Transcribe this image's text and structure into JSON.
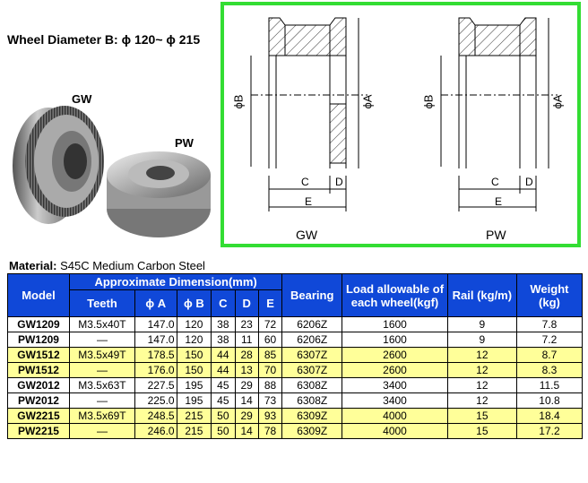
{
  "heading": {
    "title": "Wheel Diameter B: ϕ 120~ ϕ 215"
  },
  "photos": {
    "gw_label": "GW",
    "pw_label": "PW"
  },
  "drawing": {
    "gw": {
      "dim_b": "ϕB",
      "dim_a": "ϕA",
      "dim_c": "C",
      "dim_d": "D",
      "dim_e": "E",
      "caption": "GW"
    },
    "pw": {
      "dim_b": "ϕB",
      "dim_a": "ϕA",
      "dim_c": "C",
      "dim_d": "D",
      "dim_e": "E",
      "caption": "PW"
    }
  },
  "material": {
    "label": "Material:",
    "value": " S45C Medium Carbon Steel"
  },
  "table": {
    "h_model": "Model",
    "h_approx": "Approximate Dimension(mm)",
    "h_bearing": "Bearing",
    "h_load": "Load allowable of each wheel(kgf)",
    "h_rail": "Rail (kg/m)",
    "h_weight": "Weight (kg)",
    "h_teeth": "Teeth",
    "h_a": "ϕ A",
    "h_b": "ϕ B",
    "h_c": "C",
    "h_d": "D",
    "h_e": "E",
    "rows": [
      {
        "model": "GW1209",
        "teeth": "M3.5x40T",
        "a": "147.0",
        "b": "120",
        "c": "38",
        "d": "23",
        "e": "72",
        "bearing": "6206Z",
        "load": "1600",
        "rail": "9",
        "weight": "7.8"
      },
      {
        "model": "PW1209",
        "teeth": "—",
        "a": "147.0",
        "b": "120",
        "c": "38",
        "d": "11",
        "e": "60",
        "bearing": "6206Z",
        "load": "1600",
        "rail": "9",
        "weight": "7.2"
      },
      {
        "model": "GW1512",
        "teeth": "M3.5x49T",
        "a": "178.5",
        "b": "150",
        "c": "44",
        "d": "28",
        "e": "85",
        "bearing": "6307Z",
        "load": "2600",
        "rail": "12",
        "weight": "8.7"
      },
      {
        "model": "PW1512",
        "teeth": "—",
        "a": "176.0",
        "b": "150",
        "c": "44",
        "d": "13",
        "e": "70",
        "bearing": "6307Z",
        "load": "2600",
        "rail": "12",
        "weight": "8.3"
      },
      {
        "model": "GW2012",
        "teeth": "M3.5x63T",
        "a": "227.5",
        "b": "195",
        "c": "45",
        "d": "29",
        "e": "88",
        "bearing": "6308Z",
        "load": "3400",
        "rail": "12",
        "weight": "11.5"
      },
      {
        "model": "PW2012",
        "teeth": "—",
        "a": "225.0",
        "b": "195",
        "c": "45",
        "d": "14",
        "e": "73",
        "bearing": "6308Z",
        "load": "3400",
        "rail": "12",
        "weight": "10.8"
      },
      {
        "model": "GW2215",
        "teeth": "M3.5x69T",
        "a": "248.5",
        "b": "215",
        "c": "50",
        "d": "29",
        "e": "93",
        "bearing": "6309Z",
        "load": "4000",
        "rail": "15",
        "weight": "18.4"
      },
      {
        "model": "PW2215",
        "teeth": "—",
        "a": "246.0",
        "b": "215",
        "c": "50",
        "d": "14",
        "e": "78",
        "bearing": "6309Z",
        "load": "4000",
        "rail": "15",
        "weight": "17.2"
      }
    ]
  }
}
